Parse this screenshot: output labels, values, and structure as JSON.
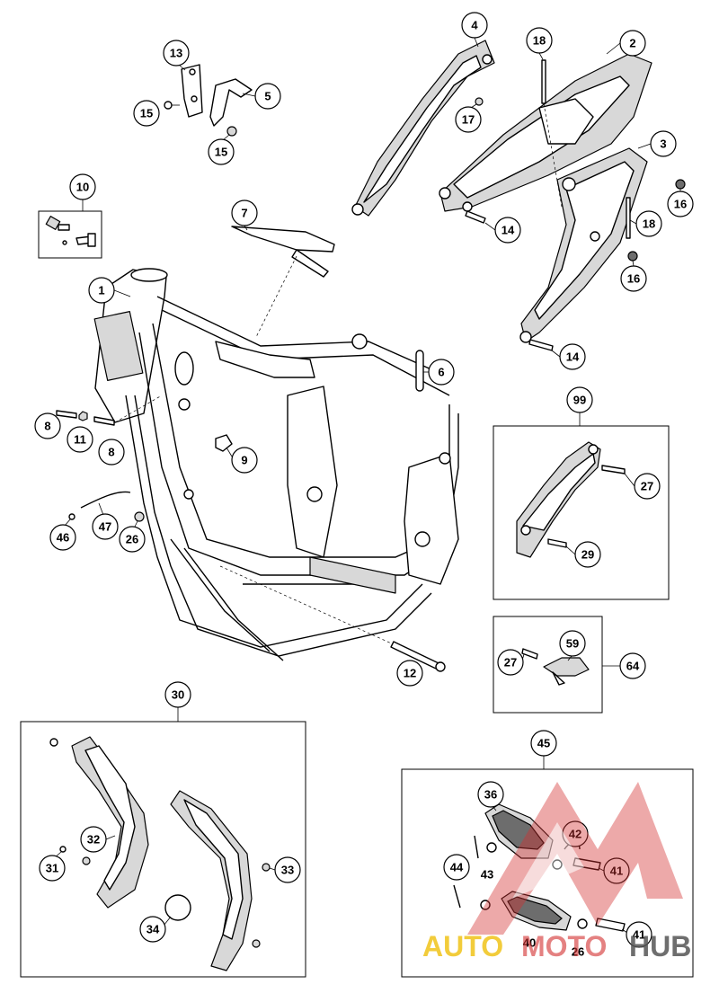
{
  "callouts": [
    {
      "label": "1"
    },
    {
      "label": "2"
    },
    {
      "label": "3"
    },
    {
      "label": "4"
    },
    {
      "label": "5"
    },
    {
      "label": "6"
    },
    {
      "label": "7"
    },
    {
      "label": "8"
    },
    {
      "label": "8"
    },
    {
      "label": "9"
    },
    {
      "label": "10"
    },
    {
      "label": "11"
    },
    {
      "label": "12"
    },
    {
      "label": "13"
    },
    {
      "label": "14"
    },
    {
      "label": "14"
    },
    {
      "label": "14"
    },
    {
      "label": "15"
    },
    {
      "label": "15"
    },
    {
      "label": "16"
    },
    {
      "label": "16"
    },
    {
      "label": "17"
    },
    {
      "label": "18"
    },
    {
      "label": "18"
    },
    {
      "label": "26"
    },
    {
      "label": "26"
    },
    {
      "label": "27"
    },
    {
      "label": "27"
    },
    {
      "label": "29"
    },
    {
      "label": "30"
    },
    {
      "label": "31"
    },
    {
      "label": "32"
    },
    {
      "label": "33"
    },
    {
      "label": "34"
    },
    {
      "label": "36"
    },
    {
      "label": "40"
    },
    {
      "label": "41"
    },
    {
      "label": "41"
    },
    {
      "label": "42"
    },
    {
      "label": "43"
    },
    {
      "label": "44"
    },
    {
      "label": "45"
    },
    {
      "label": "46"
    },
    {
      "label": "47"
    },
    {
      "label": "59"
    },
    {
      "label": "64"
    },
    {
      "label": "99"
    }
  ],
  "watermark": {
    "part1": "AUTO",
    "part2": "MOTO",
    "part3": "HUB",
    "color_primary": "#f0c419",
    "color_secondary": "#d32f2f",
    "color_dark": "#555555"
  }
}
